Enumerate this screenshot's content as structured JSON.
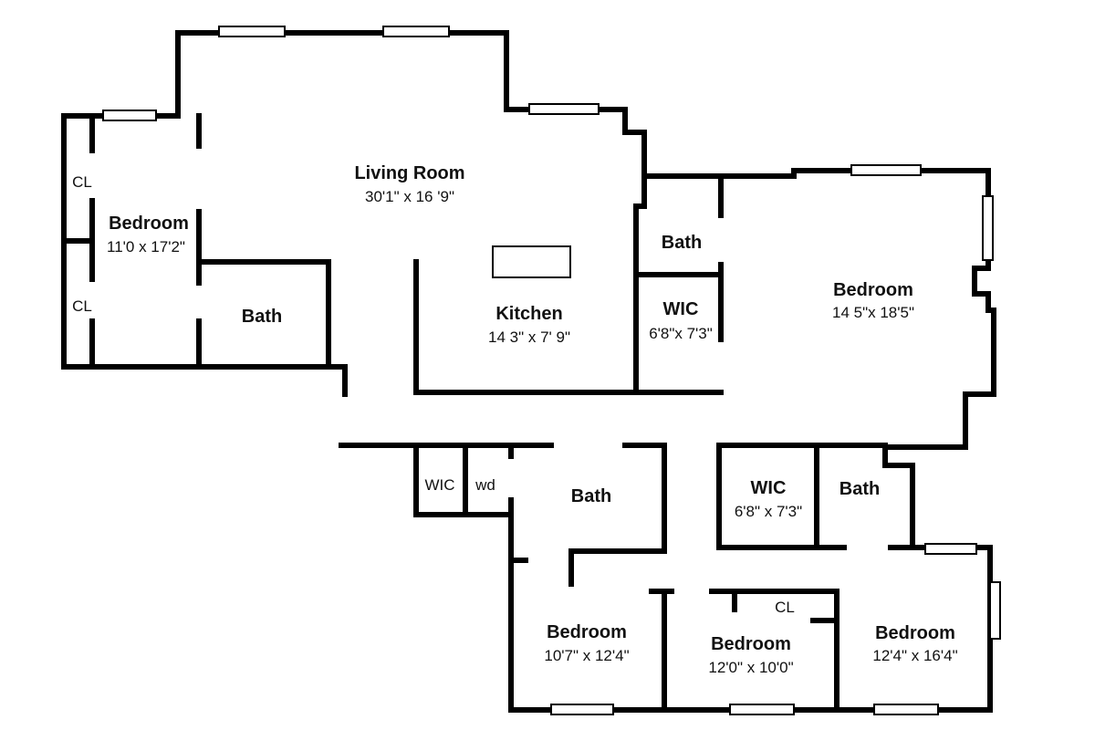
{
  "rooms": {
    "living_room": {
      "name": "Living Room",
      "dim": "30'1\" x 16 '9\""
    },
    "bedroom_west": {
      "name": "Bedroom",
      "dim": "11'0 x 17'2\""
    },
    "bath_west": {
      "name": "Bath"
    },
    "closet_west_1": {
      "name": "CL"
    },
    "closet_west_2": {
      "name": "CL"
    },
    "kitchen": {
      "name": "Kitchen",
      "dim": "14 3\" x 7' 9\""
    },
    "bath_master": {
      "name": "Bath"
    },
    "wic_master": {
      "name": "WIC",
      "dim": "6'8\"x 7'3\""
    },
    "bedroom_master": {
      "name": "Bedroom",
      "dim": "14 5\"x 18'5\""
    },
    "wic_hall": {
      "name": "WIC"
    },
    "wd_hall": {
      "name": "wd"
    },
    "bath_hall": {
      "name": "Bath"
    },
    "wic_east": {
      "name": "WIC",
      "dim": "6'8\" x 7'3\""
    },
    "bath_east": {
      "name": "Bath"
    },
    "bedroom_sw": {
      "name": "Bedroom",
      "dim": "10'7\" x 12'4\""
    },
    "bedroom_s": {
      "name": "Bedroom",
      "dim": "12'0\" x 10'0\""
    },
    "closet_s": {
      "name": "CL"
    },
    "bedroom_se": {
      "name": "Bedroom",
      "dim": "12'4\" x 16'4\""
    }
  }
}
